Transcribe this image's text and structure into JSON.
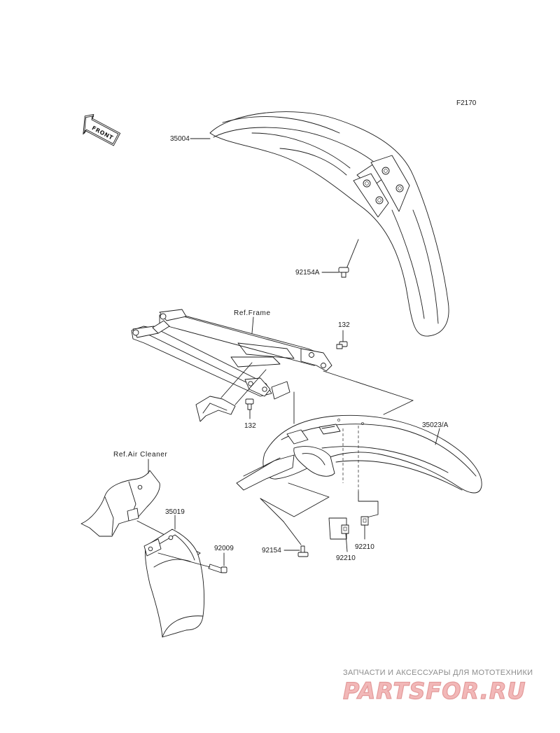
{
  "diagram_code": "F2170",
  "direction_badge": "FRONT",
  "references": {
    "frame": "Ref.Frame",
    "air_cleaner": "Ref.Air Cleaner"
  },
  "parts": {
    "front_fender": "35004",
    "front_fender_bolt": "92154A",
    "frame_bolt_upper": "132",
    "frame_bolt_lower": "132",
    "rear_fender": "35023/A",
    "rear_flap": "35019",
    "flap_bolt": "92009",
    "rear_fender_bolt": "92154",
    "nut_left": "92210",
    "nut_right": "92210"
  },
  "watermark": {
    "tagline": "ЗАПЧАСТИ И АКСЕССУАРЫ ДЛЯ МОТОТЕХНИКИ",
    "logo": "PARTSFOR.RU"
  },
  "colors": {
    "line": "#1a1a1a",
    "watermark_text": "#8c8c8c",
    "watermark_logo": "#f2b8b8"
  }
}
